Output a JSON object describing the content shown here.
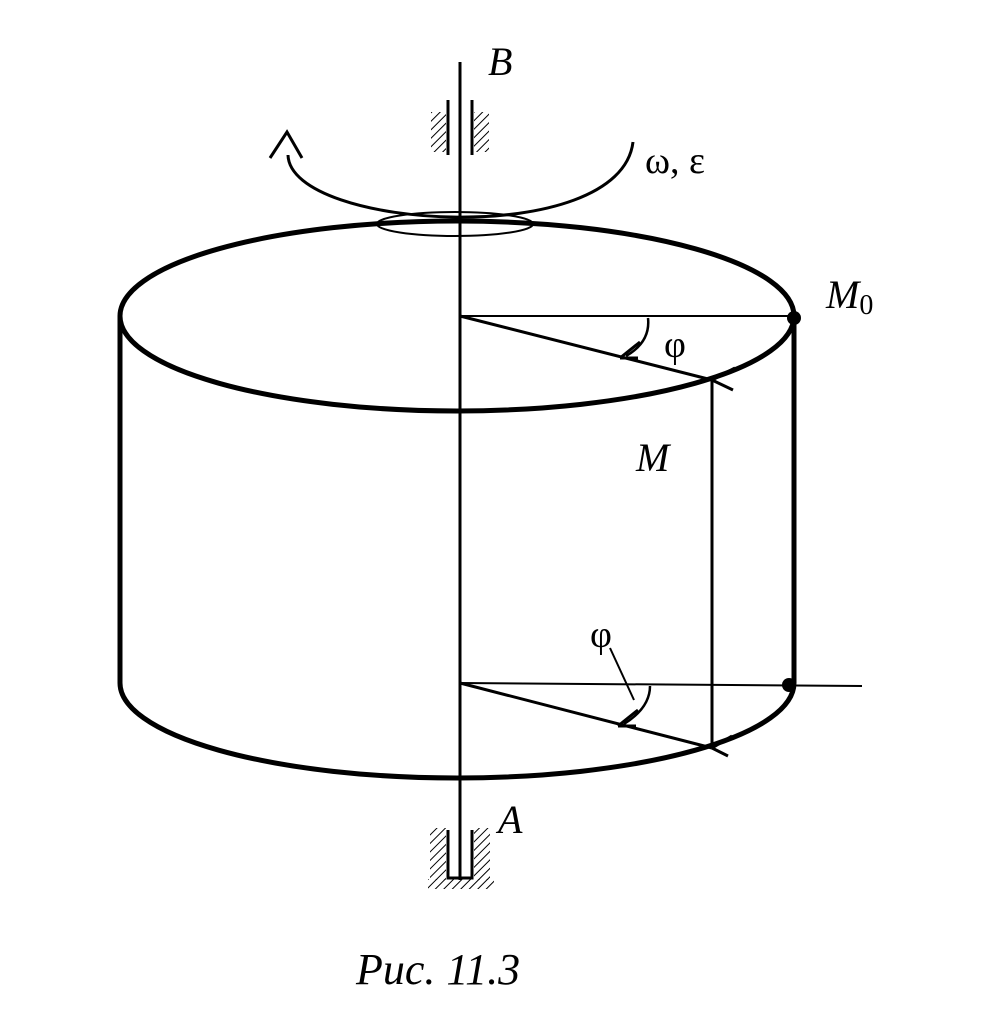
{
  "labels": {
    "top_axis": "B",
    "bottom_axis": "A",
    "rotation": "ω, ε",
    "start_point": "M",
    "start_point_sub": "0",
    "point": "M",
    "angle_top": "φ",
    "angle_bottom": "φ"
  },
  "caption": "Рис. 11.3",
  "colors": {
    "ink": "#000000",
    "paper": "#ffffff"
  }
}
